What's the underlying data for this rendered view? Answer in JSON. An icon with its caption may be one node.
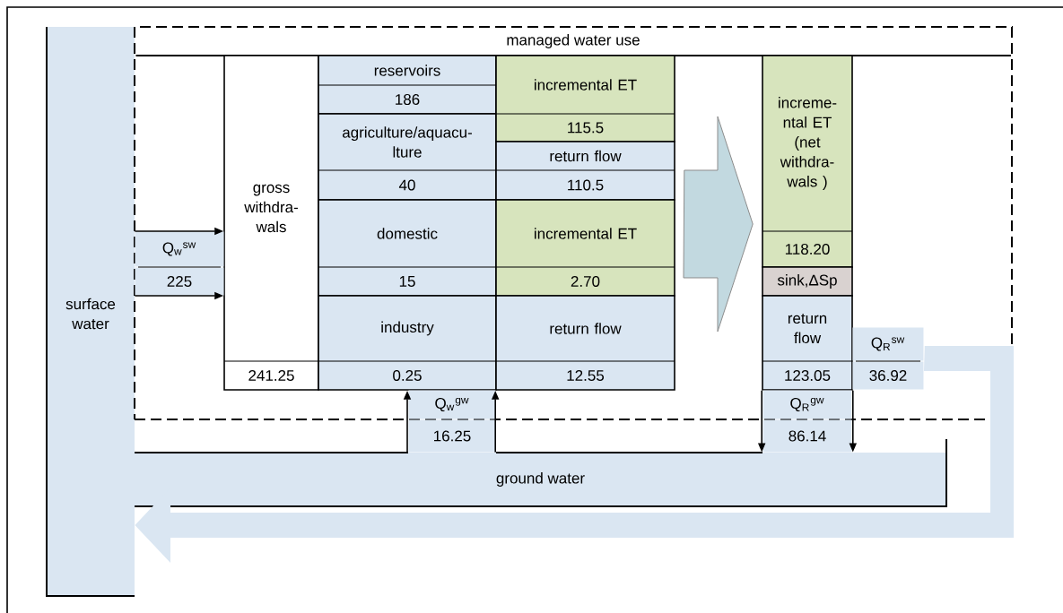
{
  "diagram": {
    "nodes": [
      {
        "text": [
          "surface water"
        ]
      },
      {
        "text": [
          "managed water use"
        ]
      },
      {
        "text": [
          "gross withdra- wals",
          "241.25"
        ],
        "in": 1
      },
      {
        "text": [
          "reservoirs",
          "186"
        ],
        "in": 1
      },
      {
        "text": [
          "agriculture/aquacu- lture",
          "40"
        ],
        "in": 1
      },
      {
        "text": [
          "domestic",
          "15"
        ],
        "in": 1
      },
      {
        "text": [
          "industry",
          "0.25"
        ],
        "in": 1
      },
      {
        "text": [
          "incremental ET",
          "115.5"
        ],
        "in": 1
      },
      {
        "text": [
          "return flow",
          "110.5"
        ],
        "in": 1
      },
      {
        "text": [
          "incremental ET",
          "2.70"
        ],
        "in": 1
      },
      {
        "text": [
          "return flow",
          "12.55"
        ],
        "in": 1
      },
      {
        "text": [
          "increme- ntal ET (net withdra- wals )",
          "118.20"
        ],
        "in": 1
      },
      {
        "text": [
          "sink,ΔSp"
        ],
        "in": 1
      },
      {
        "text": [
          "return flow",
          "123.05"
        ],
        "in": 1
      },
      {
        "text": [
          "ground water"
        ]
      }
    ],
    "edges": [
      {
        "from": 0,
        "to": 2,
        "arrow": "to"
      },
      {
        "from": 0,
        "to": 2,
        "arrow": "to"
      },
      {
        "from": 14,
        "to": 6,
        "arrow": "to"
      },
      {
        "from": 14,
        "to": 10,
        "arrow": "to"
      },
      {
        "from": 13,
        "to": 14,
        "arrow": "to"
      },
      {
        "from": 13,
        "to": 14,
        "arrow": "to"
      },
      {
        "from": 9,
        "to": 11,
        "arrow": "to",
        "style": "thick",
        "color": "#c2d9e0"
      },
      {
        "from": 13,
        "to": 0,
        "arrow": "to",
        "style": "thick",
        "color": "#dae6f2"
      }
    ],
    "labels": [
      "Q$_{w}$$^{sw}$",
      "225",
      "Q$_{w}$$^{gw}$",
      "16.25",
      "Q$_{R}$$^{sw}$",
      "36.92",
      "Q$_{R}$$^{gw}$",
      "86.14"
    ]
  }
}
